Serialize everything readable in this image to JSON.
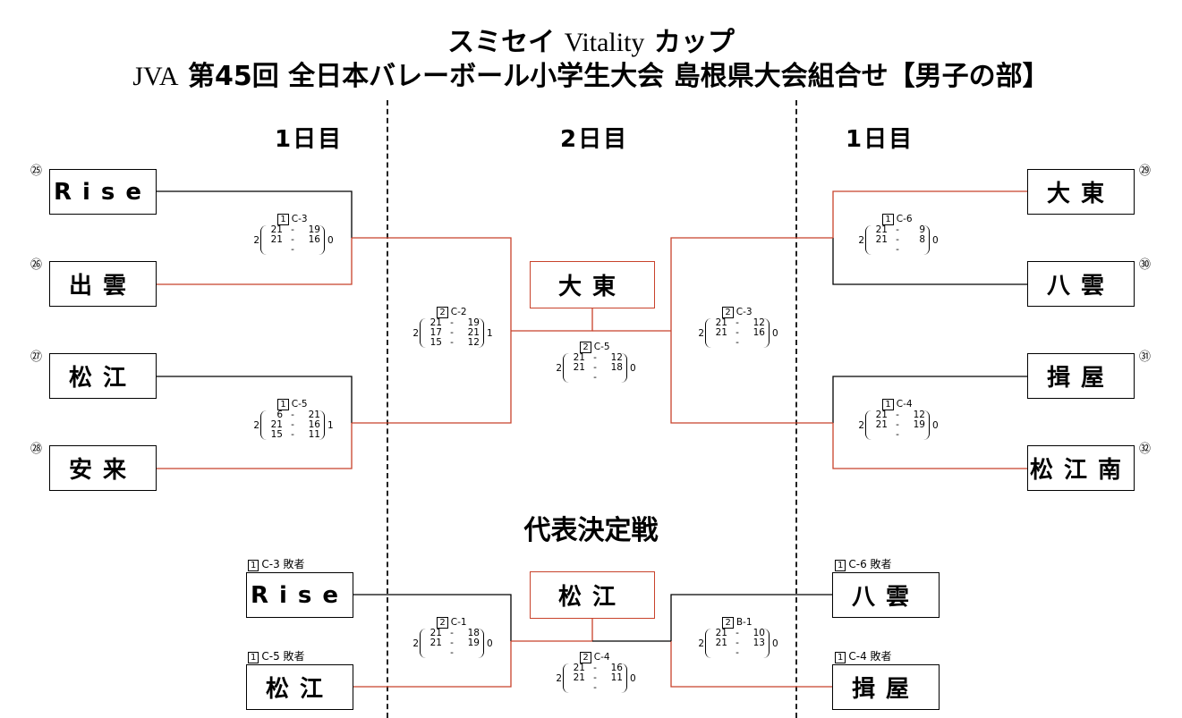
{
  "title": {
    "line1_a": "スミセイ",
    "line1_b": "Vitality",
    "line1_c": "カップ",
    "line2_a": "JVA",
    "line2_b": "第45回 全日本バレーボール小学生大会 島根県大会組合せ【男子の部】"
  },
  "days": {
    "left": "1日目",
    "center": "2日目",
    "right": "1日目"
  },
  "seeds": [
    "㉕",
    "㉖",
    "㉗",
    "㉘",
    "㉙",
    "㉚",
    "㉛",
    "㉜"
  ],
  "teams": {
    "t25": "Rise",
    "t26": "出雲",
    "t27": "松江",
    "t28": "安来",
    "t29": "大東",
    "t30": "八雲",
    "t31": "揖屋",
    "t32": "松江南",
    "winner": "大東",
    "rep_tl": "Rise",
    "rep_bl": "松江",
    "rep_tr": "八雲",
    "rep_br": "揖屋",
    "rep_winner": "松江"
  },
  "rep_title": "代表決定戦",
  "rep_labels": {
    "tl_n": "1",
    "tl": "C-3 敗者",
    "bl_n": "1",
    "bl": "C-5 敗者",
    "tr_n": "1",
    "tr": "C-6 敗者",
    "br_n": "1",
    "br": "C-4 敗者"
  },
  "matches": {
    "m1": {
      "n": "1",
      "court": "C-3",
      "left": "2",
      "right": "0",
      "sets": [
        [
          "21",
          "19"
        ],
        [
          "21",
          "16"
        ],
        [
          "",
          ""
        ]
      ]
    },
    "m2": {
      "n": "1",
      "court": "C-5",
      "left": "2",
      "right": "1",
      "sets": [
        [
          "6",
          "21"
        ],
        [
          "21",
          "16"
        ],
        [
          "15",
          "11"
        ]
      ]
    },
    "m3": {
      "n": "2",
      "court": "C-2",
      "left": "2",
      "right": "1",
      "sets": [
        [
          "21",
          "19"
        ],
        [
          "17",
          "21"
        ],
        [
          "15",
          "12"
        ]
      ]
    },
    "m4": {
      "n": "2",
      "court": "C-5",
      "left": "2",
      "right": "0",
      "sets": [
        [
          "21",
          "12"
        ],
        [
          "21",
          "18"
        ],
        [
          "",
          ""
        ]
      ]
    },
    "m5": {
      "n": "1",
      "court": "C-6",
      "left": "2",
      "right": "0",
      "sets": [
        [
          "21",
          "9"
        ],
        [
          "21",
          "8"
        ],
        [
          "",
          ""
        ]
      ]
    },
    "m6": {
      "n": "1",
      "court": "C-4",
      "left": "2",
      "right": "0",
      "sets": [
        [
          "21",
          "12"
        ],
        [
          "21",
          "19"
        ],
        [
          "",
          ""
        ]
      ]
    },
    "m7": {
      "n": "2",
      "court": "C-3",
      "left": "2",
      "right": "0",
      "sets": [
        [
          "21",
          "12"
        ],
        [
          "21",
          "16"
        ],
        [
          "",
          ""
        ]
      ]
    },
    "m8": {
      "n": "2",
      "court": "C-1",
      "left": "2",
      "right": "0",
      "sets": [
        [
          "21",
          "18"
        ],
        [
          "21",
          "19"
        ],
        [
          "",
          ""
        ]
      ]
    },
    "m9": {
      "n": "2",
      "court": "C-4",
      "left": "2",
      "right": "0",
      "sets": [
        [
          "21",
          "16"
        ],
        [
          "21",
          "11"
        ],
        [
          "",
          ""
        ]
      ]
    },
    "m10": {
      "n": "2",
      "court": "B-1",
      "left": "2",
      "right": "0",
      "sets": [
        [
          "21",
          "10"
        ],
        [
          "21",
          "13"
        ],
        [
          "",
          ""
        ]
      ]
    }
  },
  "colors": {
    "win_line": "#c8422b",
    "line": "#000000"
  }
}
